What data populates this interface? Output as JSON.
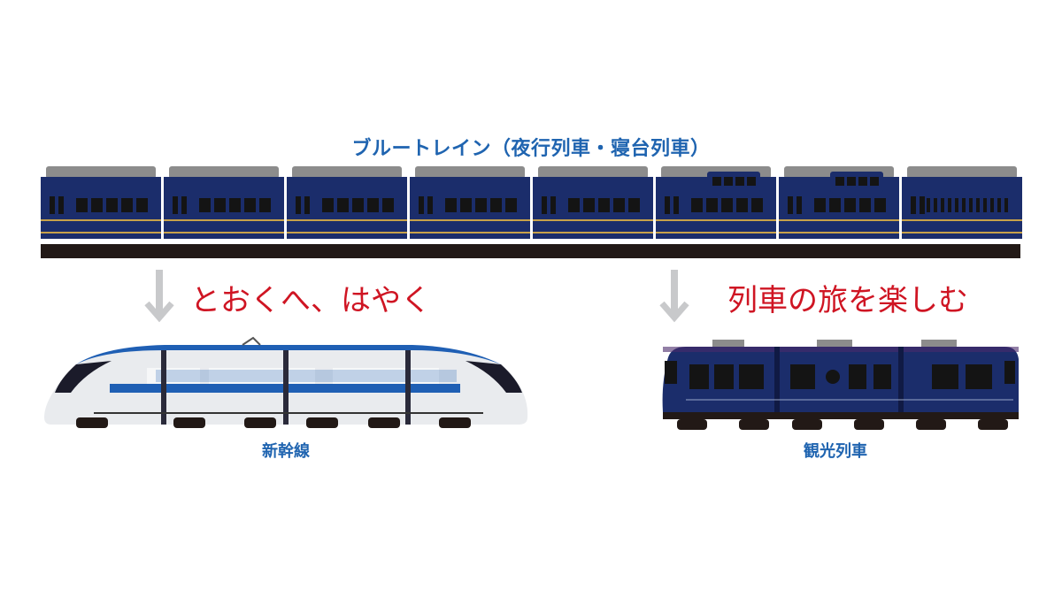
{
  "title": "ブルートレイン（夜行列車・寝台列車）",
  "left_branch": {
    "text": "とおくへ、はやく",
    "caption": "新幹線"
  },
  "right_branch": {
    "text": "列車の旅を楽しむ",
    "caption": "観光列車"
  },
  "colors": {
    "title_blue": "#1f64b0",
    "accent_red": "#cf1523",
    "arrow_gray": "#c8c9cb",
    "train_navy": "#1b2d6b",
    "roof_gray": "#8c8c8c",
    "shinkansen_white": "#e9ebee",
    "shinkansen_blue": "#1f5fb4"
  },
  "icons": [
    "down-arrow-icon",
    "down-arrow-icon"
  ]
}
